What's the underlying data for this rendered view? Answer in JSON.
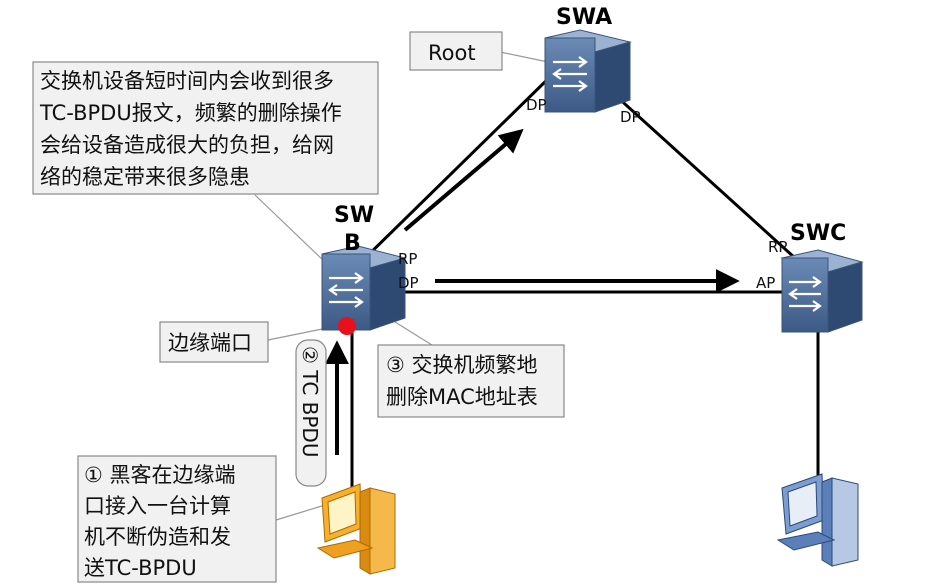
{
  "devices": {
    "swa": {
      "name": "SWA",
      "ports": [
        "DP",
        "DP"
      ]
    },
    "swb": {
      "name_line1": "SW",
      "name_line2": "B",
      "ports": [
        "RP",
        "DP"
      ]
    },
    "swc": {
      "name": "SWC",
      "ports": [
        "RP",
        "AP"
      ]
    }
  },
  "callouts": {
    "root": "Root",
    "warning": [
      "交换机设备短时间内会收到很多",
      "TC-BPDU报文，频繁的删除操作",
      "会给设备造成很大的负担，给网",
      "络的稳定带来很多隐患"
    ],
    "edge_port": "边缘端口",
    "mac_delete": [
      "③ 交换机频繁地",
      "删除MAC地址表"
    ],
    "hacker": [
      "① 黑客在边缘端",
      "口接入一台计算",
      "机不断伪造和发",
      "送TC-BPDU"
    ],
    "tc_bpdu": "② TC BPDU"
  },
  "colors": {
    "switch_body": "#4a6a95",
    "switch_top": "#8aa4c8",
    "edge_dot": "#e8101a",
    "hacker_pc": "#f0a020",
    "normal_pc": "#5b7fb8"
  }
}
